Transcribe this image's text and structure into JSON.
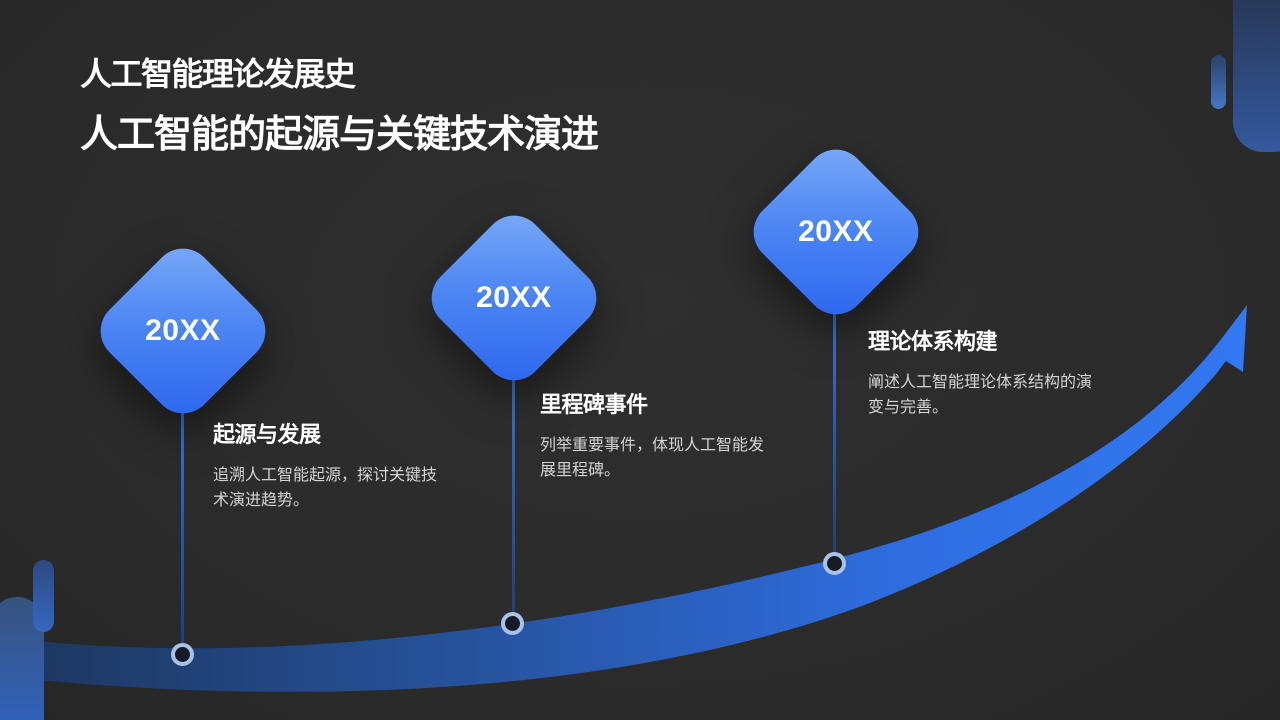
{
  "slide": {
    "background_color": "#2b2b2b",
    "accent_color": "#2f6fe6",
    "title_line1": "人工智能理论发展史",
    "title_line2": "人工智能的起源与关键技术演进"
  },
  "timeline": {
    "items": [
      {
        "year": "20XX",
        "heading": "起源与发展",
        "description": "追溯人工智能起源，探讨关键技术演进趋势。"
      },
      {
        "year": "20XX",
        "heading": "里程碑事件",
        "description": "列举重要事件，体现人工智能发展里程碑。"
      },
      {
        "year": "20XX",
        "heading": "理论体系构建",
        "description": "阐述人工智能理论体系结构的演变与完善。"
      }
    ],
    "diamond_gradient": [
      "#7cabf8",
      "#2a64ee"
    ],
    "arrow_gradient": [
      "#1c3459",
      "#27549f",
      "#2e6ddf",
      "#3278f2"
    ],
    "node_ring_color": "#a9c2ea"
  }
}
